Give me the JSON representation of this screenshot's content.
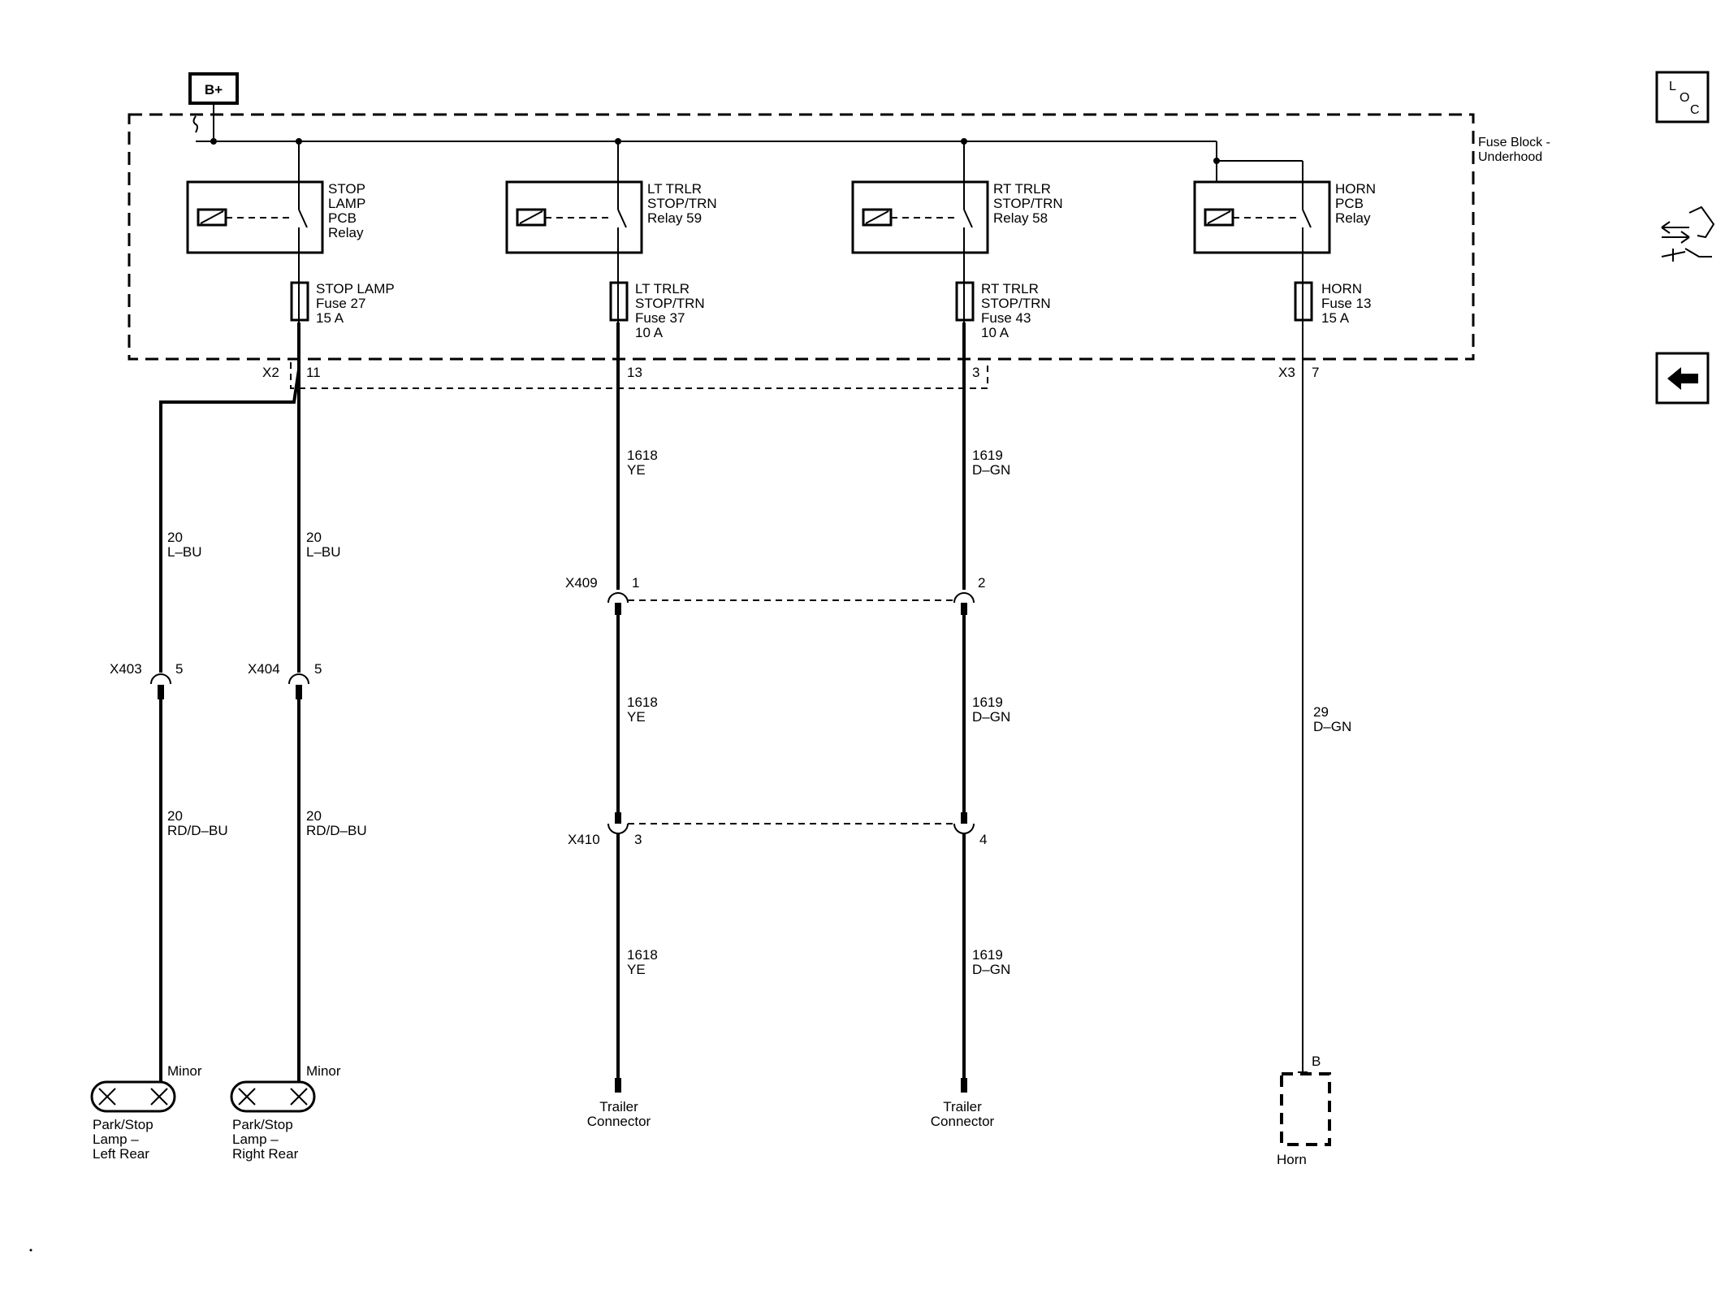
{
  "power": {
    "label": "B+"
  },
  "fuse_block": {
    "label_line1": "Fuse Block -",
    "label_line2": "Underhood"
  },
  "relays": [
    {
      "lines": [
        "STOP",
        "LAMP",
        "PCB",
        "Relay"
      ]
    },
    {
      "lines": [
        "LT TRLR",
        "STOP/TRN",
        "Relay 59"
      ]
    },
    {
      "lines": [
        "RT TRLR",
        "STOP/TRN",
        "Relay 58"
      ]
    },
    {
      "lines": [
        "HORN",
        "PCB",
        "Relay"
      ]
    }
  ],
  "fuses": [
    {
      "lines": [
        "STOP LAMP",
        "Fuse 27",
        "15 A"
      ]
    },
    {
      "lines": [
        "LT TRLR",
        "STOP/TRN",
        "Fuse 37",
        "10 A"
      ]
    },
    {
      "lines": [
        "RT TRLR",
        "STOP/TRN",
        "Fuse 43",
        "10 A"
      ]
    },
    {
      "lines": [
        "HORN",
        "Fuse 13",
        "15 A"
      ]
    }
  ],
  "block_connectors": {
    "x2": "X2",
    "x2_pin_11": "11",
    "x2_pin_13": "13",
    "x2_pin_3": "3",
    "x3": "X3",
    "x3_pin_7": "7"
  },
  "wires": {
    "left_rear_upper": {
      "circuit": "20",
      "color": "L–BU"
    },
    "right_rear_upper": {
      "circuit": "20",
      "color": "L–BU"
    },
    "left_rear_lower": {
      "circuit": "20",
      "color": "RD/D–BU"
    },
    "right_rear_lower": {
      "circuit": "20",
      "color": "RD/D–BU"
    },
    "lt_upper": {
      "circuit": "1618",
      "color": "YE"
    },
    "lt_mid": {
      "circuit": "1618",
      "color": "YE"
    },
    "lt_lower": {
      "circuit": "1618",
      "color": "YE"
    },
    "rt_upper": {
      "circuit": "1619",
      "color": "D–GN"
    },
    "rt_mid": {
      "circuit": "1619",
      "color": "D–GN"
    },
    "rt_lower": {
      "circuit": "1619",
      "color": "D–GN"
    },
    "horn": {
      "circuit": "29",
      "color": "D–GN"
    }
  },
  "connectors": {
    "x403": {
      "name": "X403",
      "pin": "5"
    },
    "x404": {
      "name": "X404",
      "pin": "5"
    },
    "x409": {
      "name": "X409",
      "pin_a": "1",
      "pin_b": "2"
    },
    "x410": {
      "name": "X410",
      "pin_a": "3",
      "pin_b": "4"
    }
  },
  "components": {
    "left_lamp": {
      "tag": "Minor",
      "lines": [
        "Park/Stop",
        "Lamp –",
        "Left Rear"
      ]
    },
    "right_lamp": {
      "tag": "Minor",
      "lines": [
        "Park/Stop",
        "Lamp –",
        "Right Rear"
      ]
    },
    "trailer_lt": {
      "lines": [
        "Trailer",
        "Connector"
      ]
    },
    "trailer_rt": {
      "lines": [
        "Trailer",
        "Connector"
      ]
    },
    "horn": {
      "pin": "B",
      "label": "Horn"
    }
  },
  "nav": {
    "loc_icon": {
      "letters": [
        "L",
        "O",
        "C"
      ]
    },
    "connector_icon": "connector-tool-icon",
    "back_icon": "back-arrow-icon"
  }
}
